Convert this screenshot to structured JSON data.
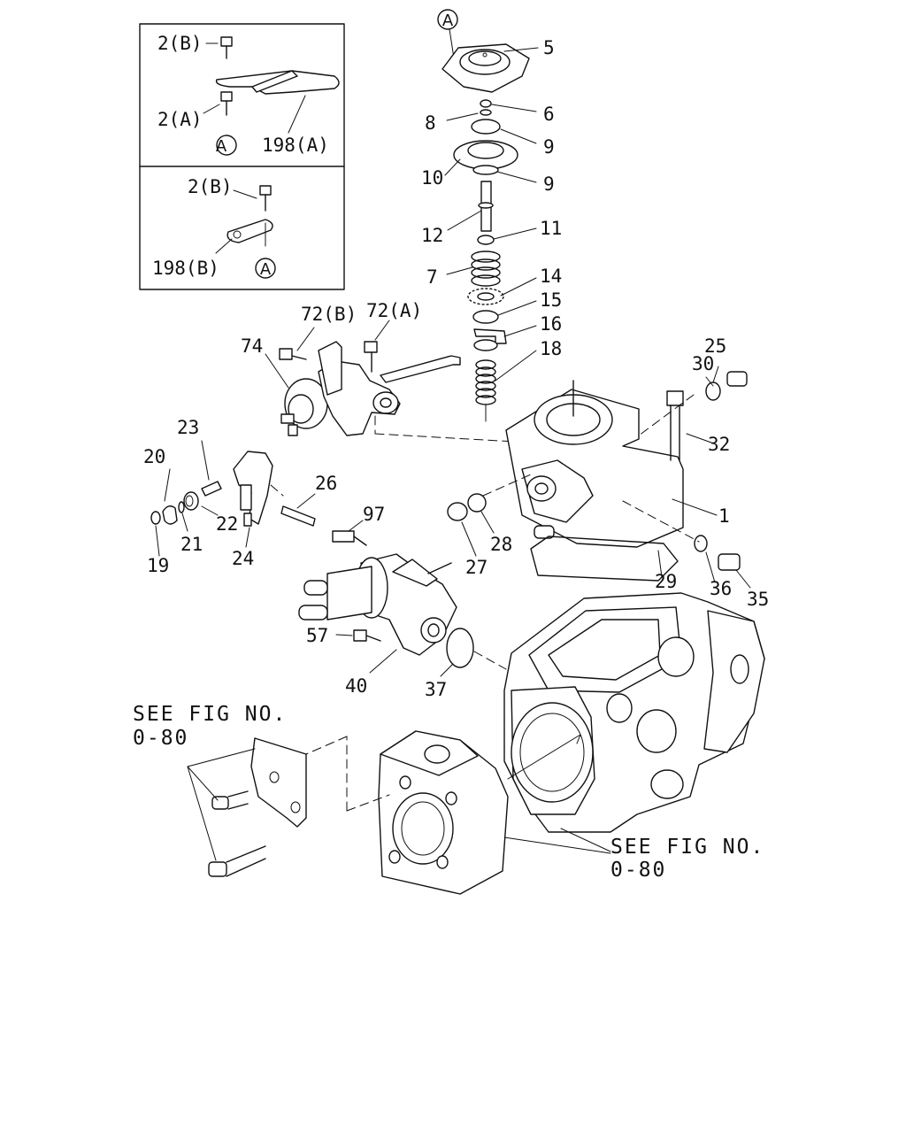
{
  "inset_top": {
    "label_2b": "2(B)",
    "label_2a": "2(A)",
    "label_198a": "198(A)",
    "ref_mark": "A"
  },
  "inset_bottom": {
    "label_2b": "2(B)",
    "label_198b": "198(B)",
    "ref_mark": "A"
  },
  "ref_mark_top": "A",
  "callouts": {
    "c5": "5",
    "c6": "6",
    "c8": "8",
    "c9a": "9",
    "c10": "10",
    "c9b": "9",
    "c12": "12",
    "c11": "11",
    "c7": "7",
    "c14": "14",
    "c15": "15",
    "c16": "16",
    "c18": "18",
    "c72b": "72(B)",
    "c72a": "72(A)",
    "c74": "74",
    "c30": "30",
    "c25": "25",
    "c32": "32",
    "c1": "1",
    "c23": "23",
    "c20": "20",
    "c26": "26",
    "c22": "22",
    "c21": "21",
    "c19": "19",
    "c24": "24",
    "c97": "97",
    "c28": "28",
    "c27": "27",
    "c29": "29",
    "c36": "36",
    "c35": "35",
    "c57": "57",
    "c40": "40",
    "c37": "37"
  },
  "see_fig_left": {
    "line1": "SEE FIG NO.",
    "line2": "0-80"
  },
  "see_fig_right": {
    "line1": "SEE FIG NO.",
    "line2": "0-80"
  }
}
